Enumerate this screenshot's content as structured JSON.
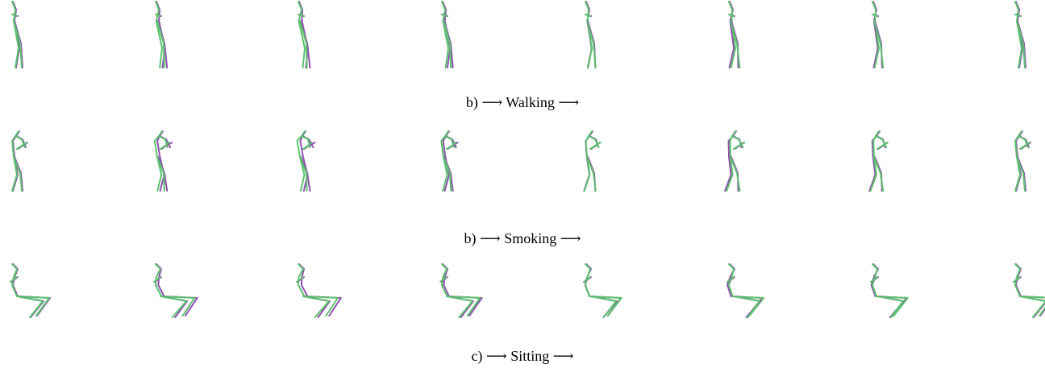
{
  "colors": {
    "prediction": "#8e52ad",
    "ground_truth": "#5cc16e"
  },
  "rows": [
    {
      "caption": "b) ⟶ Walking ⟶",
      "pose": "walking",
      "frames": 8
    },
    {
      "caption": "b) ⟶ Smoking ⟶",
      "pose": "smoking",
      "frames": 8
    },
    {
      "caption": "c) ⟶ Sitting ⟶",
      "pose": "sitting",
      "frames": 8
    }
  ]
}
